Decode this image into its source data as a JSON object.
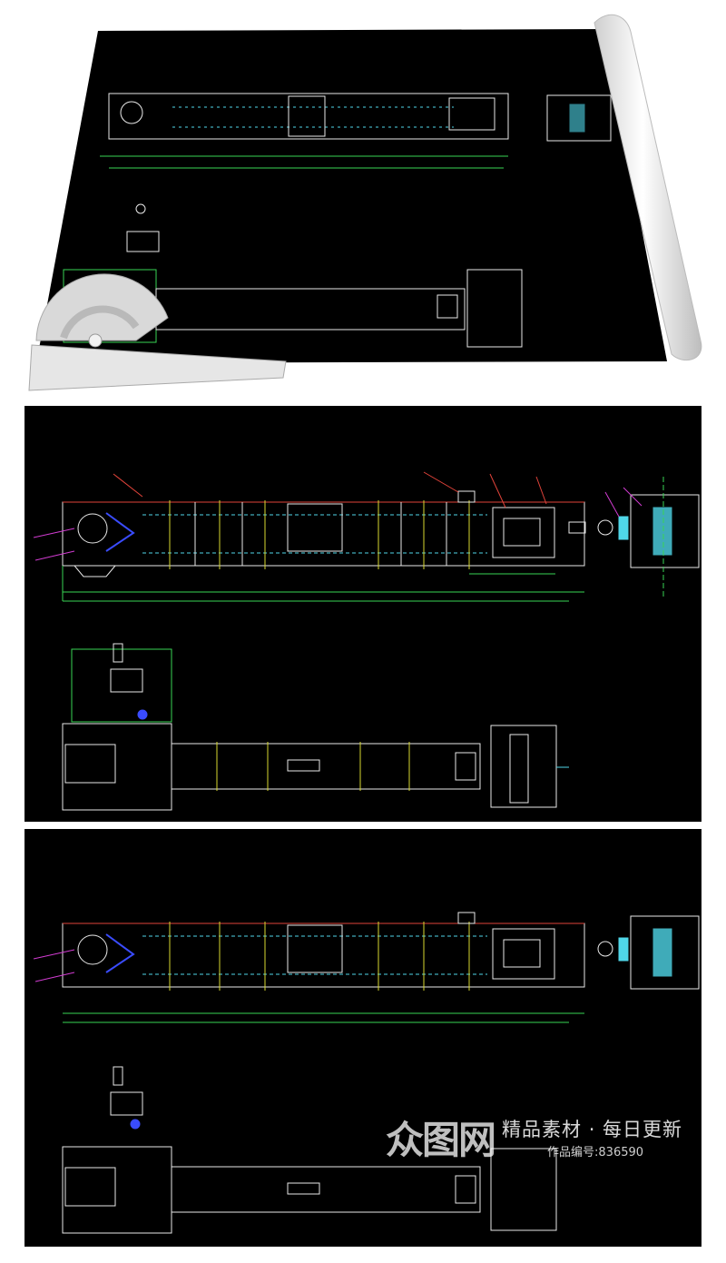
{
  "watermark": {
    "logo": "众图网",
    "slogan": "精品素材 · 每日更新",
    "work_id": "作品编号:836590"
  },
  "colors": {
    "background": "#ffffff",
    "sheet": "#000000",
    "frame_green": "#39d353",
    "chain_cyan": "#4fd6e8",
    "flange_yellow": "#d8d830",
    "trough_red": "#e0433a",
    "leader_magenta": "#d23cd2",
    "drive_blue": "#3a4cff",
    "line_white": "#e8e8e8"
  },
  "icons": [
    "protractor-icon",
    "rolled-paper-icon"
  ]
}
